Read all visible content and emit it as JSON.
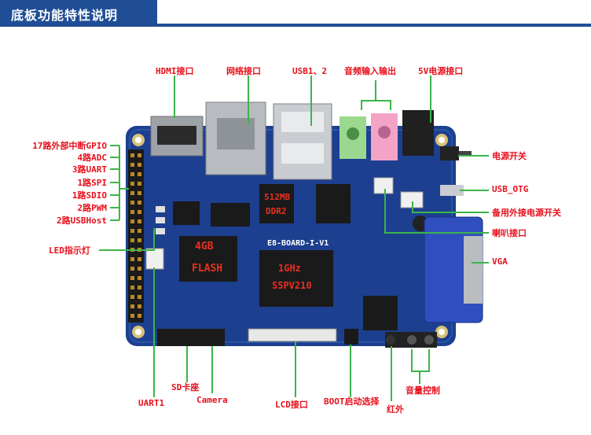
{
  "header": {
    "title": "底板功能特性说明"
  },
  "labels": {
    "hdmi": "HDMI接口",
    "ethernet": "网络接口",
    "usb": "USB1、2",
    "audio": "音频输入输出",
    "power5v": "5V电源接口",
    "gpio": "17路外部中断GPIO",
    "adc": "4路ADC",
    "uart3": "3路UART",
    "spi": "1路SPI",
    "sdio": "1路SDIO",
    "pwm": "2路PWM",
    "usbhost": "2路USBHost",
    "power_switch": "电源开关",
    "usb_otg": "USB_OTG",
    "backup_power_switch": "备用外接电源开关",
    "speaker": "喇叭接口",
    "led": "LED指示灯",
    "vga": "VGA",
    "uart1": "UART1",
    "sd": "SD卡座",
    "camera": "Camera",
    "lcd": "LCD接口",
    "boot": "BOOT启动选择",
    "ir": "红外",
    "volume": "音量控制"
  },
  "board_text": {
    "ram_size": "512MB",
    "ram_type": "DDR2",
    "flash_size": "4GB",
    "flash_type": "FLASH",
    "cpu_freq": "1GHz",
    "cpu_model": "S5PV210",
    "board_name": "E8-BOARD-I-V1"
  },
  "colors": {
    "header": "#1f4e96",
    "label": "#e8101c",
    "leader": "#3cb54a",
    "pcb": "#1d3f8f"
  }
}
